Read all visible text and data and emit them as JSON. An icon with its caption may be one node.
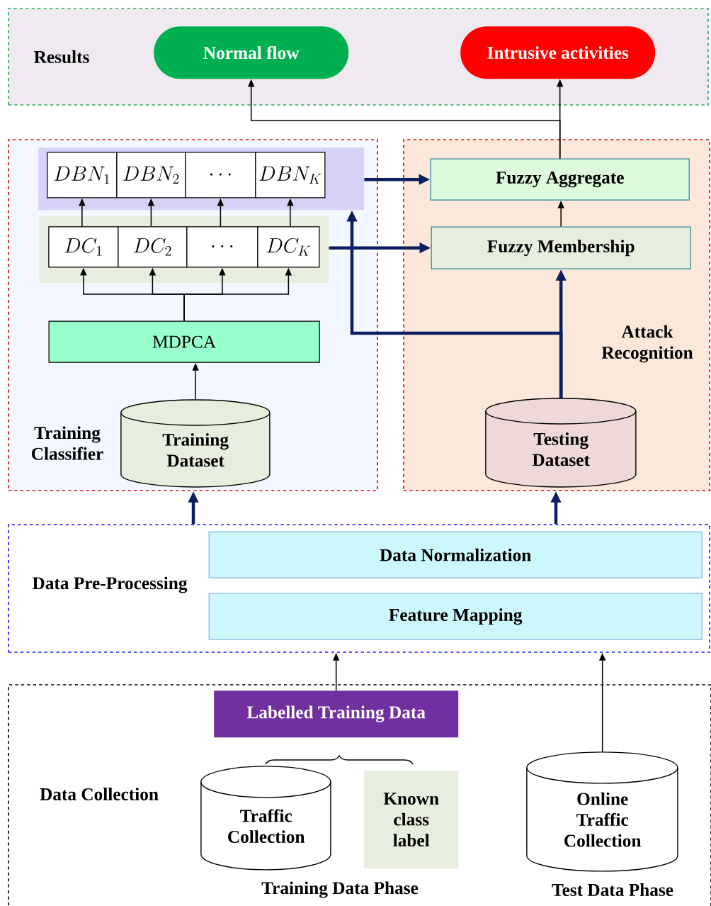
{
  "diagram": {
    "nodes": [
      {
        "text": [
          "Results"
        ]
      },
      {
        "text": [
          "Normal flow"
        ],
        "in": 0
      },
      {
        "text": [
          "Intrusive activities"
        ],
        "in": 0
      },
      {
        "text": [
          "Training Classifier"
        ]
      },
      {
        "text": [],
        "shape": "box",
        "in": 3
      },
      {
        "text": [
          "DBN_{1}"
        ],
        "in": 4
      },
      {
        "text": [
          "DBN_{2}"
        ],
        "in": 4
      },
      {
        "text": [
          "\\cdots"
        ],
        "in": 4
      },
      {
        "text": [
          "DBN_{K}"
        ],
        "in": 4
      },
      {
        "text": [],
        "shape": "box",
        "in": 3
      },
      {
        "text": [
          "DC_{1}"
        ],
        "in": 9
      },
      {
        "text": [
          "DC_{2}"
        ],
        "in": 9
      },
      {
        "text": [
          "\\cdots"
        ],
        "in": 9
      },
      {
        "text": [
          "DC_{K}"
        ],
        "in": 9
      },
      {
        "text": [
          "MDPCA"
        ],
        "in": 3
      },
      {
        "text": [
          "Training Dataset"
        ],
        "in": 3
      },
      {
        "text": [
          "Attack Recognition"
        ]
      },
      {
        "text": [
          "Fuzzy Aggregate"
        ],
        "in": 16
      },
      {
        "text": [
          "Fuzzy Membership"
        ],
        "in": 16
      },
      {
        "text": [
          "Testing Dataset"
        ],
        "in": 16
      },
      {
        "text": [
          "Data Pre-Processing"
        ]
      },
      {
        "text": [
          "Data Normalization"
        ],
        "in": 20
      },
      {
        "text": [
          "Feature Mapping"
        ],
        "in": 20
      },
      {
        "text": [
          "Data Collection"
        ]
      },
      {
        "text": [
          "Labelled Training Data"
        ],
        "in": 23
      },
      {
        "text": [
          "Traffic Collection"
        ],
        "in": 23
      },
      {
        "text": [
          "Known class label"
        ],
        "in": 23
      },
      {
        "text": [
          "Online Traffic Collection"
        ],
        "in": 23
      }
    ],
    "edges": [
      {
        "from": 17,
        "to": 2,
        "arrow": "to"
      },
      {
        "from": 17,
        "to": 1,
        "arrow": "to"
      },
      {
        "from": 10,
        "to": 5,
        "arrow": "to"
      },
      {
        "from": 11,
        "to": 6,
        "arrow": "to"
      },
      {
        "from": 12,
        "to": 7,
        "arrow": "to"
      },
      {
        "from": 13,
        "to": 8,
        "arrow": "to"
      },
      {
        "from": 14,
        "to": 10,
        "arrow": "to"
      },
      {
        "from": 14,
        "to": 11,
        "arrow": "to"
      },
      {
        "from": 14,
        "to": 12,
        "arrow": "to"
      },
      {
        "from": 14,
        "to": 13,
        "arrow": "to"
      },
      {
        "from": 15,
        "to": 14,
        "arrow": "to"
      },
      {
        "from": 4,
        "to": 17,
        "arrow": "to",
        "style": "thick",
        "color": "#0b1f5e"
      },
      {
        "from": 9,
        "to": 18,
        "arrow": "to",
        "style": "thick",
        "color": "#0b1f5e"
      },
      {
        "from": 19,
        "to": 18,
        "arrow": "to",
        "style": "thick",
        "color": "#0b1f5e"
      },
      {
        "from": 19,
        "to": 4,
        "arrow": "to",
        "style": "thick",
        "color": "#0b1f5e"
      },
      {
        "from": 18,
        "to": 17,
        "arrow": "to"
      },
      {
        "from": 20,
        "to": 3,
        "arrow": "to",
        "style": "thick",
        "color": "#0b1f5e"
      },
      {
        "from": 20,
        "to": 16,
        "arrow": "to",
        "style": "thick",
        "color": "#0b1f5e"
      },
      {
        "from": 24,
        "to": 20,
        "arrow": "to"
      },
      {
        "from": 27,
        "to": 20,
        "arrow": "to"
      }
    ],
    "labels": [
      "Training Data Phase",
      "Test Data Phase"
    ]
  }
}
